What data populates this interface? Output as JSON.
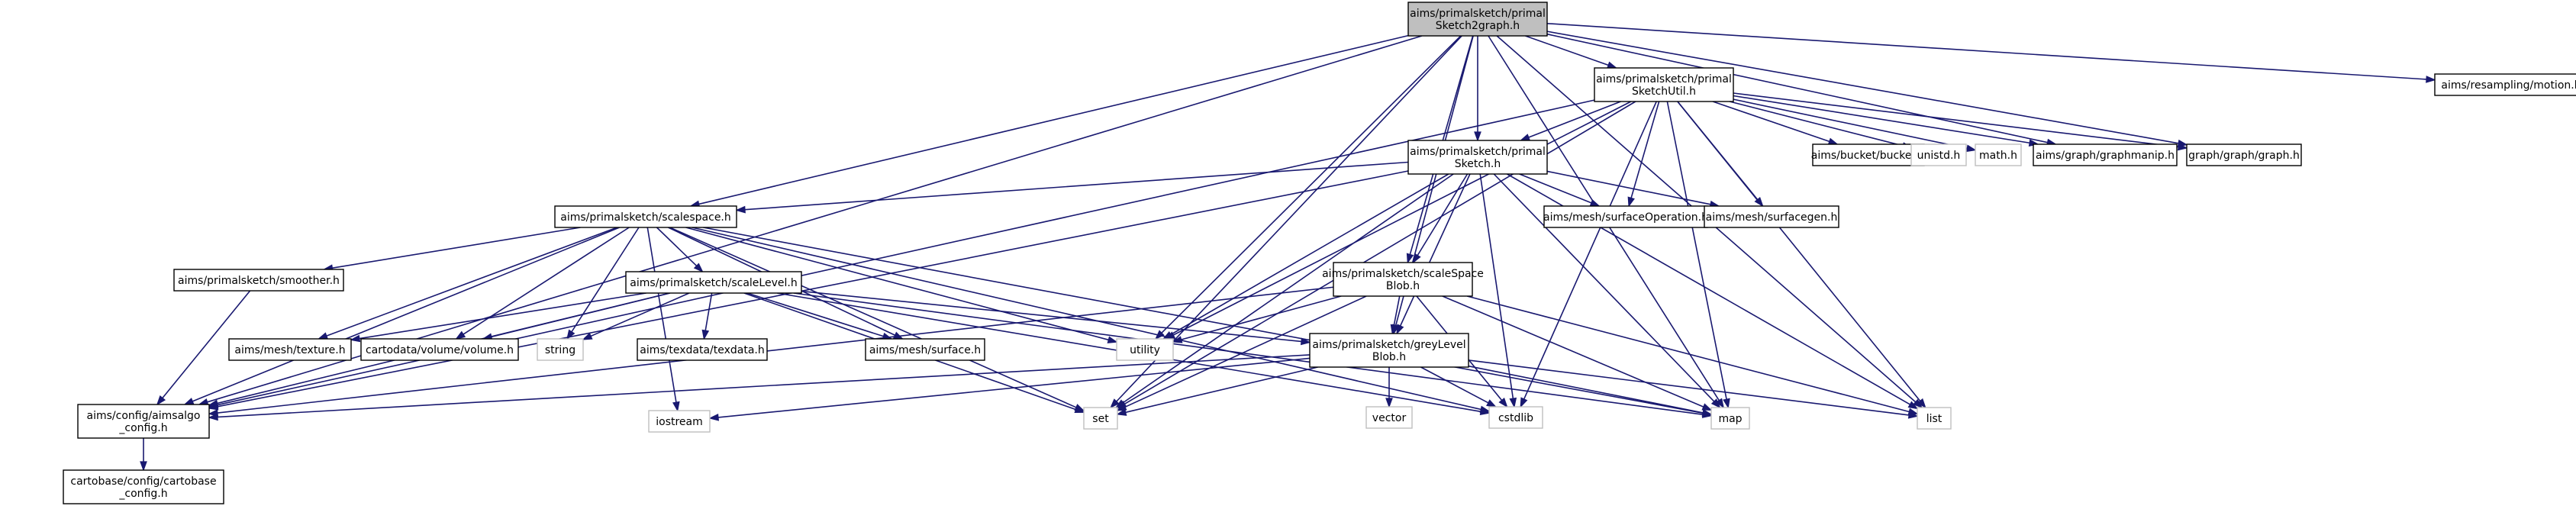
{
  "colors": {
    "edge": "#191970",
    "root_fill": "#bfbfbf",
    "root_border": "#000000",
    "node_fill": "#ffffff",
    "node_border": "#000000",
    "system_border": "#bfbfbf"
  },
  "nodes": [
    {
      "id": "root",
      "lines": [
        "aims/primalsketch/primal",
        "Sketch2graph.h"
      ],
      "kind": "root"
    },
    {
      "id": "util",
      "lines": [
        "aims/primalsketch/primal",
        "SketchUtil.h"
      ],
      "kind": "local"
    },
    {
      "id": "resampling",
      "lines": [
        "aims/resampling/motion.h"
      ],
      "kind": "local"
    },
    {
      "id": "psketch",
      "lines": [
        "aims/primalsketch/primal",
        "Sketch.h"
      ],
      "kind": "local"
    },
    {
      "id": "bucket",
      "lines": [
        "aims/bucket/bucket.h"
      ],
      "kind": "local"
    },
    {
      "id": "unistd",
      "lines": [
        "unistd.h"
      ],
      "kind": "system"
    },
    {
      "id": "math",
      "lines": [
        "math.h"
      ],
      "kind": "system"
    },
    {
      "id": "graphmanip",
      "lines": [
        "aims/graph/graphmanip.h"
      ],
      "kind": "local"
    },
    {
      "id": "graph",
      "lines": [
        "graph/graph/graph.h"
      ],
      "kind": "local"
    },
    {
      "id": "scalespace",
      "lines": [
        "aims/primalsketch/scalespace.h"
      ],
      "kind": "local"
    },
    {
      "id": "surfop",
      "lines": [
        "aims/mesh/surfaceOperation.h"
      ],
      "kind": "local"
    },
    {
      "id": "surfgen",
      "lines": [
        "aims/mesh/surfacegen.h"
      ],
      "kind": "local"
    },
    {
      "id": "smoother",
      "lines": [
        "aims/primalsketch/smoother.h"
      ],
      "kind": "local"
    },
    {
      "id": "scalelevel",
      "lines": [
        "aims/primalsketch/scaleLevel.h"
      ],
      "kind": "local"
    },
    {
      "id": "ssblob",
      "lines": [
        "aims/primalsketch/scaleSpace",
        "Blob.h"
      ],
      "kind": "local"
    },
    {
      "id": "texture",
      "lines": [
        "aims/mesh/texture.h"
      ],
      "kind": "local"
    },
    {
      "id": "volume",
      "lines": [
        "cartodata/volume/volume.h"
      ],
      "kind": "local"
    },
    {
      "id": "string",
      "lines": [
        "string"
      ],
      "kind": "system"
    },
    {
      "id": "texdata",
      "lines": [
        "aims/texdata/texdata.h"
      ],
      "kind": "local"
    },
    {
      "id": "surface",
      "lines": [
        "aims/mesh/surface.h"
      ],
      "kind": "local"
    },
    {
      "id": "utility",
      "lines": [
        "utility"
      ],
      "kind": "system"
    },
    {
      "id": "greyblob",
      "lines": [
        "aims/primalsketch/greyLevel",
        "Blob.h"
      ],
      "kind": "local"
    },
    {
      "id": "aimsalgo",
      "lines": [
        "aims/config/aimsalgo",
        "_config.h"
      ],
      "kind": "local"
    },
    {
      "id": "iostream",
      "lines": [
        "iostream"
      ],
      "kind": "system"
    },
    {
      "id": "set",
      "lines": [
        "set"
      ],
      "kind": "system"
    },
    {
      "id": "vector",
      "lines": [
        "vector"
      ],
      "kind": "system"
    },
    {
      "id": "cstdlib",
      "lines": [
        "cstdlib"
      ],
      "kind": "system"
    },
    {
      "id": "map",
      "lines": [
        "map"
      ],
      "kind": "system"
    },
    {
      "id": "list",
      "lines": [
        "list"
      ],
      "kind": "system"
    },
    {
      "id": "cartobase",
      "lines": [
        "cartobase/config/cartobase",
        "_config.h"
      ],
      "kind": "local"
    }
  ],
  "edges": [
    [
      "root",
      "util"
    ],
    [
      "root",
      "resampling"
    ],
    [
      "root",
      "psketch"
    ],
    [
      "root",
      "graphmanip"
    ],
    [
      "root",
      "graph"
    ],
    [
      "root",
      "scalespace"
    ],
    [
      "root",
      "ssblob"
    ],
    [
      "root",
      "utility"
    ],
    [
      "root",
      "greyblob"
    ],
    [
      "root",
      "aimsalgo"
    ],
    [
      "root",
      "set"
    ],
    [
      "root",
      "map"
    ],
    [
      "root",
      "list"
    ],
    [
      "util",
      "psketch"
    ],
    [
      "util",
      "bucket"
    ],
    [
      "util",
      "unistd"
    ],
    [
      "util",
      "math"
    ],
    [
      "util",
      "graphmanip"
    ],
    [
      "util",
      "graph"
    ],
    [
      "util",
      "surfop"
    ],
    [
      "util",
      "surfgen"
    ],
    [
      "util",
      "aimsalgo"
    ],
    [
      "util",
      "set"
    ],
    [
      "util",
      "utility"
    ],
    [
      "util",
      "cstdlib"
    ],
    [
      "util",
      "map"
    ],
    [
      "util",
      "list"
    ],
    [
      "psketch",
      "scalespace"
    ],
    [
      "psketch",
      "ssblob"
    ],
    [
      "psketch",
      "surfop"
    ],
    [
      "psketch",
      "surfgen"
    ],
    [
      "psketch",
      "aimsalgo"
    ],
    [
      "psketch",
      "set"
    ],
    [
      "psketch",
      "utility"
    ],
    [
      "psketch",
      "cstdlib"
    ],
    [
      "psketch",
      "map"
    ],
    [
      "psketch",
      "list"
    ],
    [
      "psketch",
      "greyblob"
    ],
    [
      "scalespace",
      "smoother"
    ],
    [
      "scalespace",
      "scalelevel"
    ],
    [
      "scalespace",
      "texture"
    ],
    [
      "scalespace",
      "volume"
    ],
    [
      "scalespace",
      "string"
    ],
    [
      "scalespace",
      "surface"
    ],
    [
      "scalespace",
      "utility"
    ],
    [
      "scalespace",
      "aimsalgo"
    ],
    [
      "scalespace",
      "iostream"
    ],
    [
      "scalespace",
      "set"
    ],
    [
      "scalespace",
      "cstdlib"
    ],
    [
      "scalespace",
      "map"
    ],
    [
      "smoother",
      "aimsalgo"
    ],
    [
      "scalelevel",
      "texture"
    ],
    [
      "scalelevel",
      "volume"
    ],
    [
      "scalelevel",
      "string"
    ],
    [
      "scalelevel",
      "texdata"
    ],
    [
      "scalelevel",
      "surface"
    ],
    [
      "scalelevel",
      "greyblob"
    ],
    [
      "scalelevel",
      "aimsalgo"
    ],
    [
      "scalelevel",
      "set"
    ],
    [
      "scalelevel",
      "cstdlib"
    ],
    [
      "scalelevel",
      "map"
    ],
    [
      "ssblob",
      "greyblob"
    ],
    [
      "ssblob",
      "utility"
    ],
    [
      "ssblob",
      "aimsalgo"
    ],
    [
      "ssblob",
      "set"
    ],
    [
      "ssblob",
      "cstdlib"
    ],
    [
      "ssblob",
      "map"
    ],
    [
      "ssblob",
      "list"
    ],
    [
      "greyblob",
      "aimsalgo"
    ],
    [
      "greyblob",
      "iostream"
    ],
    [
      "greyblob",
      "set"
    ],
    [
      "greyblob",
      "vector"
    ],
    [
      "greyblob",
      "cstdlib"
    ],
    [
      "greyblob",
      "map"
    ],
    [
      "greyblob",
      "list"
    ],
    [
      "aimsalgo",
      "cartobase"
    ]
  ]
}
